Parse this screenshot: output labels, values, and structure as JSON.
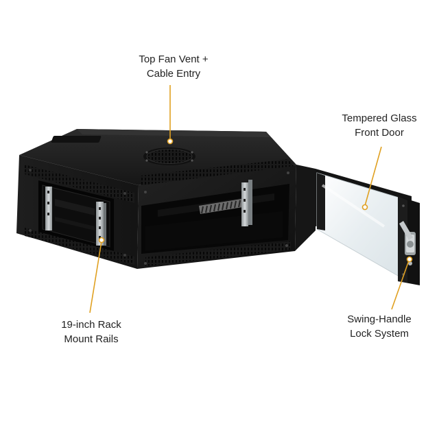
{
  "callouts": {
    "top_vent": {
      "line1": "Top Fan Vent +",
      "line2": "Cable Entry"
    },
    "glass_door": {
      "line1": "Tempered Glass",
      "line2": "Front Door"
    },
    "rack_rails": {
      "line1": "19-inch Rack",
      "line2": "Mount Rails"
    },
    "lock": {
      "line1": "Swing-Handle",
      "line2": "Lock System"
    }
  },
  "colors": {
    "leader_line": "#e0a020",
    "cabinet_body": "#1b1b1b",
    "rail_metal": "#b9bdbf",
    "glass": "#eef3f5"
  }
}
